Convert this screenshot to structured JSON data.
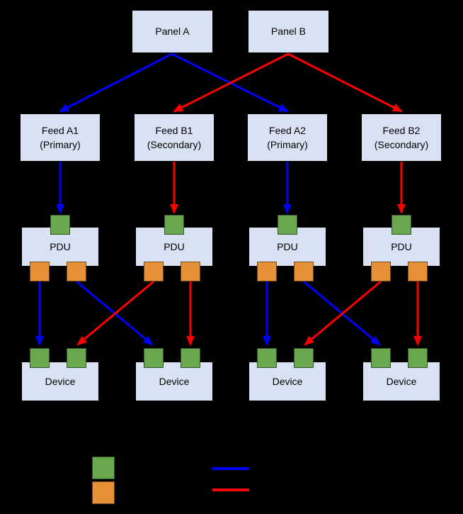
{
  "diagram": {
    "panels": [
      {
        "label": "Panel A"
      },
      {
        "label": "Panel B"
      }
    ],
    "feeds": [
      {
        "name": "Feed A1",
        "qualifier": "(Primary)"
      },
      {
        "name": "Feed B1",
        "qualifier": "(Secondary)"
      },
      {
        "name": "Feed A2",
        "qualifier": "(Primary)"
      },
      {
        "name": "Feed B2",
        "qualifier": "(Secondary)"
      }
    ],
    "pdus": [
      {
        "label": "PDU"
      },
      {
        "label": "PDU"
      },
      {
        "label": "PDU"
      },
      {
        "label": "PDU"
      }
    ],
    "devices": [
      {
        "label": "Device"
      },
      {
        "label": "Device"
      },
      {
        "label": "Device"
      },
      {
        "label": "Device"
      }
    ]
  },
  "legend": {
    "swatches": [
      {
        "icon": "green-port-swatch",
        "color": "#6aa84f"
      },
      {
        "icon": "orange-port-swatch",
        "color": "#e69138"
      }
    ],
    "lines": [
      {
        "icon": "blue-line-swatch",
        "color": "#0000ff"
      },
      {
        "icon": "red-line-swatch",
        "color": "#ff0000"
      }
    ]
  },
  "colors": {
    "background": "#000000",
    "node_fill": "#d9e2f3",
    "input_port": "#6aa84f",
    "output_port": "#e69138",
    "primary_line": "#0000ff",
    "secondary_line": "#ff0000"
  }
}
